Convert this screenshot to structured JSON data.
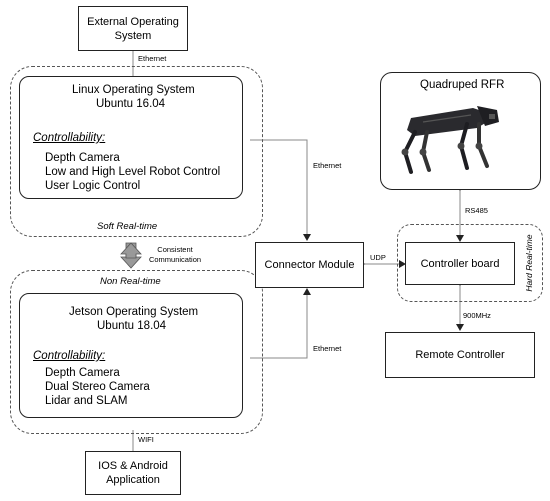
{
  "external_os": {
    "line1": "External Operating",
    "line2": "System"
  },
  "labels": {
    "ethernet_top": "Ethernet",
    "ethernet_linux": "Ethernet",
    "ethernet_jetson": "Ethernet",
    "udp": "UDP",
    "rs485": "RS485",
    "mhz": "900MHz",
    "wifi": "WIFI"
  },
  "linux": {
    "title1": "Linux Operating System",
    "title2": "Ubuntu 16.04",
    "controllability": "Controllability:",
    "items": [
      "Depth Camera",
      "Low and High Level Robot Control",
      "User Logic Control"
    ],
    "zone": "Soft Real-time"
  },
  "consistent": {
    "line1": "Consistent",
    "line2": "Communication"
  },
  "jetson": {
    "zone": "Non Real-time",
    "title1": "Jetson Operating System",
    "title2": "Ubuntu 18.04",
    "controllability": "Controllability:",
    "items": [
      "Depth Camera",
      "Dual Stereo Camera",
      "Lidar and SLAM"
    ]
  },
  "connector": "Connector Module",
  "quadruped": "Quadruped RFR",
  "controller_board": "Controller board",
  "hard_rt": "Hard Real-time",
  "remote": "Remote Controller",
  "ios": {
    "line1": "IOS & Android",
    "line2": "Application"
  }
}
